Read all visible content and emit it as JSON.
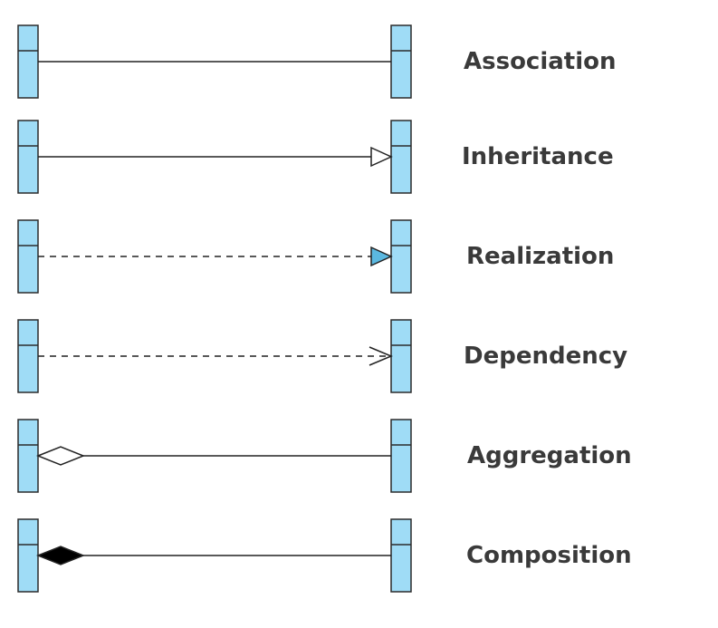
{
  "diagram": {
    "title": "",
    "colors": {
      "class_fill": "#9fdcf6",
      "class_border": "#2b2b2b",
      "line": "#222222",
      "realization_arrow_fill": "#5bb8e0",
      "composition_fill": "#000000",
      "hollow_fill": "#ffffff",
      "label": "#3a3a3a"
    },
    "relationships": [
      {
        "id": "association",
        "label": "Association",
        "line_style": "solid",
        "end_marker": "none",
        "start_marker": "none"
      },
      {
        "id": "inheritance",
        "label": "Inheritance",
        "line_style": "solid",
        "end_marker": "hollow-triangle",
        "start_marker": "none"
      },
      {
        "id": "realization",
        "label": "Realization",
        "line_style": "dashed",
        "end_marker": "filled-triangle",
        "start_marker": "none"
      },
      {
        "id": "dependency",
        "label": "Dependency",
        "line_style": "dashed",
        "end_marker": "open-arrow",
        "start_marker": "none"
      },
      {
        "id": "aggregation",
        "label": "Aggregation",
        "line_style": "solid",
        "end_marker": "none",
        "start_marker": "hollow-diamond"
      },
      {
        "id": "composition",
        "label": "Composition",
        "line_style": "solid",
        "end_marker": "none",
        "start_marker": "filled-diamond"
      }
    ]
  }
}
